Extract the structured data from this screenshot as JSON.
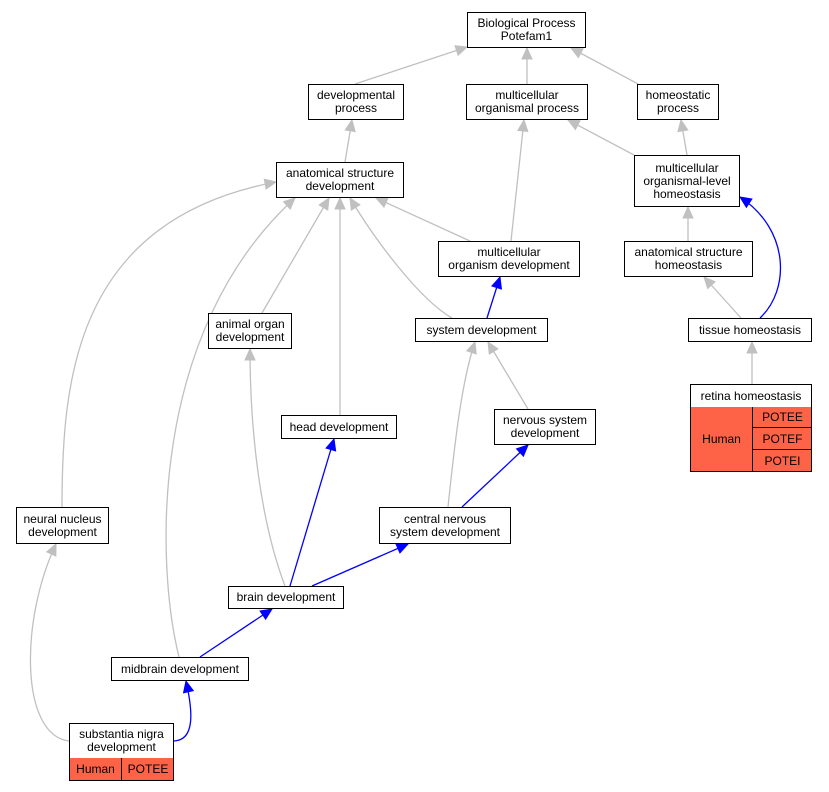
{
  "graph": {
    "nodes": {
      "bp": "Biological Process\nPotefam1",
      "dev_proc": "developmental\nprocess",
      "mc_org_proc": "multicellular\norganismal process",
      "homeo_proc": "homeostatic\nprocess",
      "anat_dev": "anatomical structure\ndevelopment",
      "mc_homeo": "multicellular\norganismal-level\nhomeostasis",
      "mc_org_dev": "multicellular\norganism development",
      "anat_homeo": "anatomical structure\nhomeostasis",
      "animal_organ": "animal organ\ndevelopment",
      "sys_dev": "system development",
      "tissue_homeo": "tissue homeostasis",
      "retina_homeo": "retina homeostasis",
      "head_dev": "head development",
      "nerv_sys_dev": "nervous system\ndevelopment",
      "neural_nuc": "neural nucleus\ndevelopment",
      "cns_dev": "central nervous\nsystem development",
      "brain_dev": "brain development",
      "midbrain_dev": "midbrain development",
      "sn_dev": "substantia nigra\ndevelopment"
    },
    "annotations": {
      "retina": {
        "species": "Human",
        "genes": [
          "POTEE",
          "POTEF",
          "POTEI"
        ]
      },
      "substantia": {
        "species": "Human",
        "genes": [
          "POTEE"
        ]
      }
    },
    "colors": {
      "is_a_edge": "#c0c0c0",
      "part_of_edge": "#0000ff",
      "annotation_fill": "#ff6347",
      "node_border": "#000000"
    },
    "edges": [
      {
        "from": "dev_proc",
        "to": "bp",
        "type": "is_a"
      },
      {
        "from": "mc_org_proc",
        "to": "bp",
        "type": "is_a"
      },
      {
        "from": "homeo_proc",
        "to": "bp",
        "type": "is_a"
      },
      {
        "from": "anat_dev",
        "to": "dev_proc",
        "type": "is_a"
      },
      {
        "from": "mc_homeo",
        "to": "mc_org_proc",
        "type": "is_a"
      },
      {
        "from": "mc_homeo",
        "to": "homeo_proc",
        "type": "is_a"
      },
      {
        "from": "mc_org_dev",
        "to": "mc_org_proc",
        "type": "is_a"
      },
      {
        "from": "mc_org_dev",
        "to": "anat_dev",
        "type": "is_a"
      },
      {
        "from": "anat_homeo",
        "to": "mc_homeo",
        "type": "is_a"
      },
      {
        "from": "animal_organ",
        "to": "anat_dev",
        "type": "is_a"
      },
      {
        "from": "sys_dev",
        "to": "anat_dev",
        "type": "is_a"
      },
      {
        "from": "sys_dev",
        "to": "mc_org_dev",
        "type": "part_of"
      },
      {
        "from": "tissue_homeo",
        "to": "anat_homeo",
        "type": "is_a"
      },
      {
        "from": "tissue_homeo",
        "to": "mc_homeo",
        "type": "part_of"
      },
      {
        "from": "retina_homeo",
        "to": "tissue_homeo",
        "type": "is_a"
      },
      {
        "from": "head_dev",
        "to": "anat_dev",
        "type": "is_a"
      },
      {
        "from": "nerv_sys_dev",
        "to": "sys_dev",
        "type": "is_a"
      },
      {
        "from": "neural_nuc",
        "to": "anat_dev",
        "type": "is_a"
      },
      {
        "from": "cns_dev",
        "to": "sys_dev",
        "type": "is_a"
      },
      {
        "from": "cns_dev",
        "to": "nerv_sys_dev",
        "type": "part_of"
      },
      {
        "from": "brain_dev",
        "to": "animal_organ",
        "type": "is_a"
      },
      {
        "from": "brain_dev",
        "to": "head_dev",
        "type": "part_of"
      },
      {
        "from": "brain_dev",
        "to": "cns_dev",
        "type": "part_of"
      },
      {
        "from": "midbrain_dev",
        "to": "anat_dev",
        "type": "is_a"
      },
      {
        "from": "midbrain_dev",
        "to": "brain_dev",
        "type": "part_of"
      },
      {
        "from": "sn_dev",
        "to": "neural_nuc",
        "type": "is_a"
      },
      {
        "from": "sn_dev",
        "to": "midbrain_dev",
        "type": "part_of"
      }
    ]
  }
}
